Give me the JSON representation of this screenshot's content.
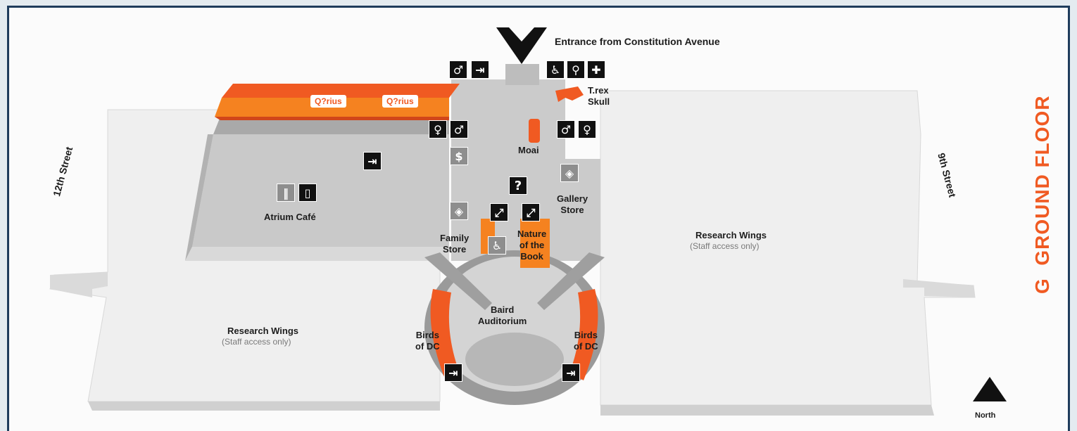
{
  "map": {
    "entrance": "Entrance from Constitution Avenue",
    "floor_letter": "G",
    "floor_name": "GROUND FLOOR",
    "north": "North",
    "streets": {
      "left": "12th Street",
      "right": "9th Street"
    },
    "logos": [
      "Q?rius",
      "Q?rius"
    ],
    "labels": {
      "trex": "T.rex\nSkull",
      "moai": "Moai",
      "atrium_cafe": "Atrium Café",
      "gallery_store": "Gallery\nStore",
      "family_store": "Family\nStore",
      "nature_book": "Nature\nof the\nBook",
      "baird": "Baird\nAuditorium",
      "birds_left": "Birds\nof DC",
      "birds_right": "Birds\nof DC",
      "research_left": "Research Wings",
      "research_right": "Research Wings",
      "staff_left": "(Staff access only)",
      "staff_right": "(Staff access only)"
    },
    "icons": {
      "restroom_man": "man-restroom-icon",
      "exit": "exit-icon",
      "accessible": "wheelchair-icon",
      "stroller": "stroller-icon",
      "first_aid": "first-aid-icon",
      "restroom_woman": "woman-restroom-icon",
      "atm": "atm-icon",
      "info": "information-icon",
      "escalator": "escalator-icon",
      "food": "food-icon",
      "trash": "trash-icon",
      "store": "store-icon"
    },
    "colors": {
      "orange": "#f05a22",
      "frame": "#1f3c5c",
      "floor": "#c9c9c9",
      "wing": "#efefef"
    }
  }
}
